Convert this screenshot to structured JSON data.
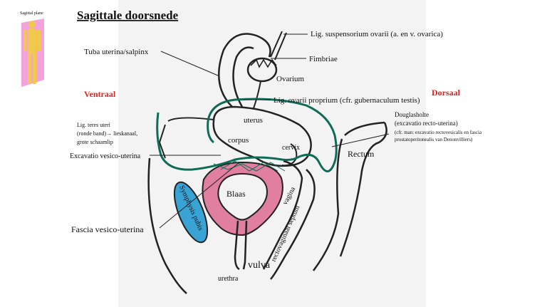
{
  "title": "Sagittale doorsnede",
  "thumbnail": {
    "caption": "Sagittal plane"
  },
  "orientation": {
    "anterior": "Ventraal",
    "posterior": "Dorsaal"
  },
  "labels": {
    "lig_suspensorium": "Lig. suspensorium ovarii (a. en  v. ovarica)",
    "fimbriae": "Fimbriae",
    "tuba": "Tuba uterina/salpinx",
    "ovarium": "Ovarium",
    "lig_ovarii": "Lig. ovarii proprium (cfr. gubernaculum testis)",
    "uterus": "uterus",
    "corpus": "corpus",
    "cervix": "cervix",
    "rectum": "Rectum",
    "douglas_1": "Douglasholte",
    "douglas_2": "(excavatio recto-uterina)",
    "douglas_3": "(cfr. man: excavatio rectovesicalis en fascia",
    "douglas_4": "prostatoperitonealis van Denonvilliers)",
    "lig_teres_1": "Lig. teres uteri",
    "lig_teres_2": "(ronde band)→ lieskanaal,",
    "lig_teres_3": "grote schaamlip",
    "excavatio": "Excavatio vesico-uterina",
    "blaas": "Blaas",
    "symphysis": "Symphysis pubis",
    "vagina": "vagina",
    "septum": "rectovaginaal septum",
    "fascia": "Fascia vesico-uterina",
    "vulva": "vulva",
    "urethra": "urethra"
  },
  "colors": {
    "peritoneum": "#0f6b55",
    "bladder": "#e07f9f",
    "symphysis": "#3aa3d6",
    "accent_red": "#e0201b",
    "plane": "#f08bd2"
  }
}
